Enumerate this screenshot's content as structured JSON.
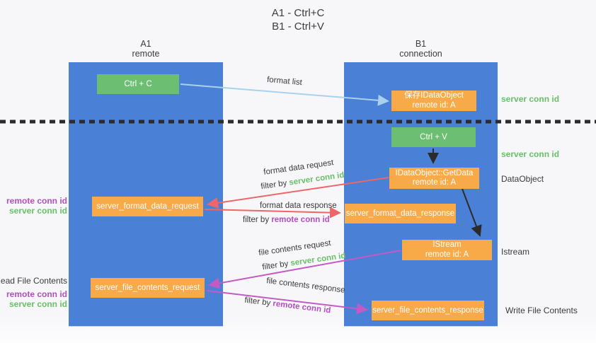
{
  "title": {
    "line1": "A1 - Ctrl+C",
    "line2": "B1 - Ctrl+V"
  },
  "columns": {
    "a": {
      "name": "A1",
      "subtitle": "remote"
    },
    "b": {
      "name": "B1",
      "subtitle": "connection"
    }
  },
  "boxes": {
    "ctrl_c": {
      "label": "Ctrl + C"
    },
    "ctrl_v": {
      "label": "Ctrl + V"
    },
    "save_idataobject": {
      "line1": "保存IDataObject",
      "line2": "remote id: A"
    },
    "idataobject_getdata": {
      "line1": "IDataObject::GetData",
      "line2": "remote id: A"
    },
    "istream": {
      "line1": "IStream",
      "line2": "remote id: A"
    },
    "server_format_data_request": {
      "label": "server_format_data_request"
    },
    "server_format_data_response": {
      "label": "server_format_data_response"
    },
    "server_file_contents_request": {
      "label": "server_file_contents_request"
    },
    "server_file_contents_response": {
      "label": "server_file_contents_response"
    }
  },
  "arrow_labels": {
    "format_list": "format list",
    "format_data_request": "format data request",
    "filter_by_server_1": {
      "prefix": "filter by ",
      "value": "server conn id"
    },
    "format_data_response": "format data response",
    "filter_by_remote_1": {
      "prefix": "filter by ",
      "value": "remote conn id"
    },
    "file_contents_request": "file contents request",
    "filter_by_server_2": {
      "prefix": "filter by ",
      "value": "server conn id"
    },
    "file_contents_response": "file contents response",
    "filter_by_remote_2": {
      "prefix": "filter by ",
      "value": "remote conn id"
    }
  },
  "side_labels": {
    "server_conn_id_top": "server conn id",
    "server_conn_id_mid": "server conn id",
    "dataobject": "DataObject",
    "istream": "Istream",
    "write_file_contents": "Write File Contents",
    "read_file_contents": "Read File Contents",
    "pair1": {
      "remote": "remote conn id",
      "server": "server conn id"
    },
    "pair2": {
      "remote": "remote conn id",
      "server": "server conn id"
    }
  },
  "colors": {
    "column_blue": "#4a80d6",
    "box_green": "#6cbe72",
    "box_orange": "#f8a948",
    "arrow_lightblue": "#a9d1ee",
    "arrow_red": "#ee6666",
    "arrow_magenta": "#c45ac4",
    "arrow_black": "#2b2b2b",
    "divider_black": "#2b2b2b",
    "text_green": "#6abf69",
    "text_purple": "#b250be",
    "text_dark": "#3c3c3c"
  }
}
